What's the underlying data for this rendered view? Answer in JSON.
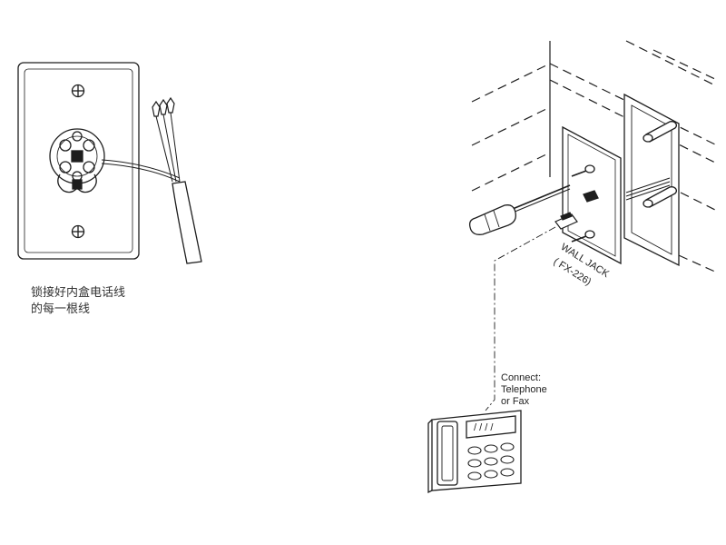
{
  "left_caption": {
    "line1": "锁接好内盒电话线",
    "line2": "的每一根线"
  },
  "wall_jack_label": {
    "line1": "WALL JACK",
    "line2": "( FX-226)"
  },
  "connect_label": {
    "line1": "Connect:",
    "line2": "Telephone",
    "line3": "or Fax"
  },
  "phone_display_text": "/ / / /",
  "colors": {
    "line": "#1e1e1e",
    "background": "#ffffff"
  }
}
